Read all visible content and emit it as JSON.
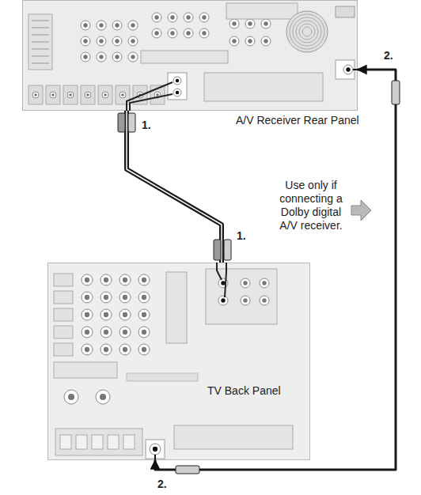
{
  "diagram": {
    "nodes": [
      {
        "text": [
          "A/V Receiver Rear Panel"
        ]
      },
      {
        "text": [
          "TV Back Panel"
        ]
      }
    ],
    "edges": [
      {
        "from": 1,
        "to": 0,
        "arrow": "none"
      },
      {
        "from": 1,
        "to": 0,
        "arrow": "both"
      }
    ],
    "labels": [
      "1.",
      "1.",
      "2.",
      "2.",
      "Use only if connecting a Dolby digital A/V receiver."
    ]
  }
}
